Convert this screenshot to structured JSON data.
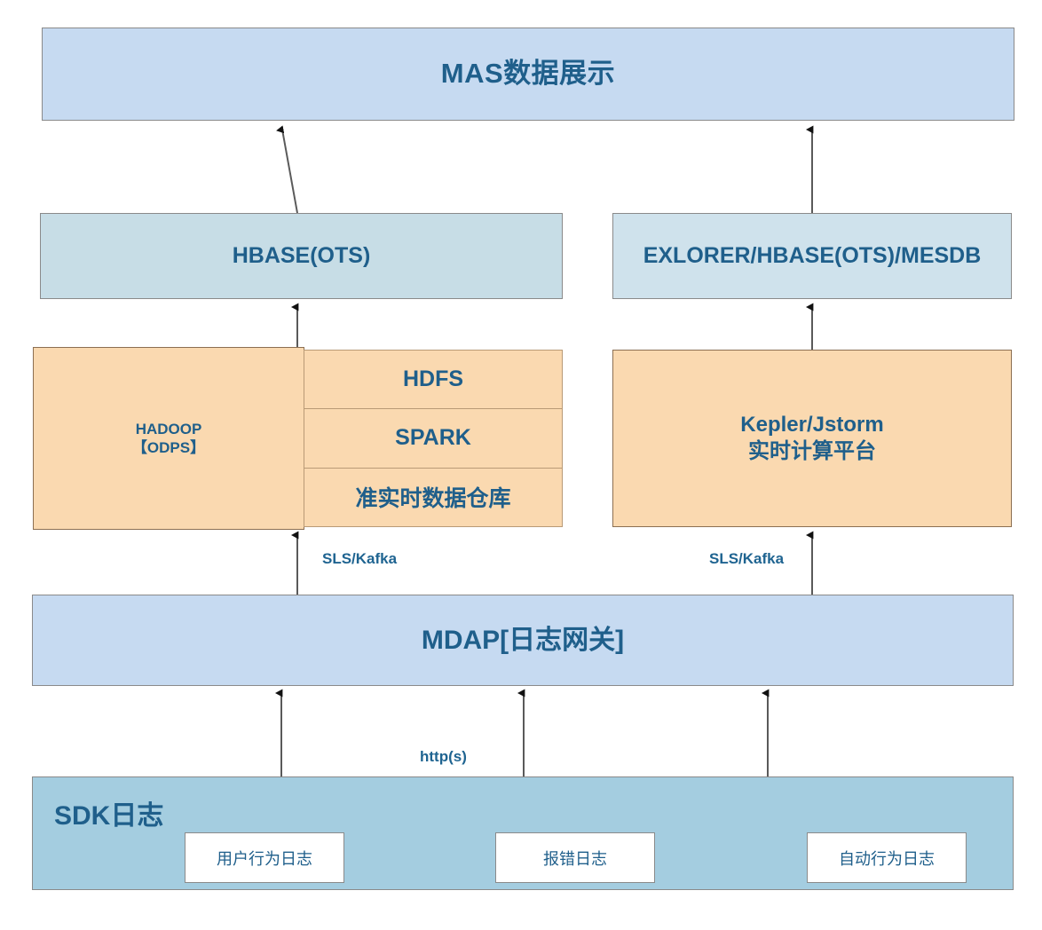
{
  "diagram": {
    "title": "MAS数据展示",
    "layers": {
      "presentation": {
        "label": "MAS数据展示"
      },
      "storage": {
        "left_label": "HBASE(OTS)",
        "right_label": "EXLORER/HBASE(OTS)/MESDB"
      },
      "compute": {
        "hadoop_line1": "HADOOP",
        "hadoop_line2": "【ODPS】",
        "stack": [
          {
            "label": "HDFS"
          },
          {
            "label": "SPARK"
          },
          {
            "label": "准实时数据仓库"
          }
        ],
        "realtime_line1": "Kepler/Jstorm",
        "realtime_line2": "实时计算平台"
      },
      "gateway": {
        "label": "MDAP[日志网关]"
      },
      "sdk": {
        "title": "SDK日志",
        "cards": [
          {
            "label": "用户行为日志"
          },
          {
            "label": "报错日志"
          },
          {
            "label": "自动行为日志"
          }
        ]
      }
    },
    "edge_labels": {
      "sls_kafka_left": "SLS/Kafka",
      "sls_kafka_right": "SLS/Kafka",
      "https": "http(s)"
    },
    "colors": {
      "presentation_fill": "#c6daf1",
      "storage_left_fill": "#c7dde6",
      "storage_right_fill": "#cfe2ec",
      "compute_fill": "#fad9b0",
      "sdk_panel_fill": "#a4cde0",
      "card_fill": "#ffffff",
      "text": "#1f5f8b",
      "border": "#8a8a8a",
      "compute_border": "#8c6f52",
      "arrow": "#4d4d4d"
    }
  }
}
